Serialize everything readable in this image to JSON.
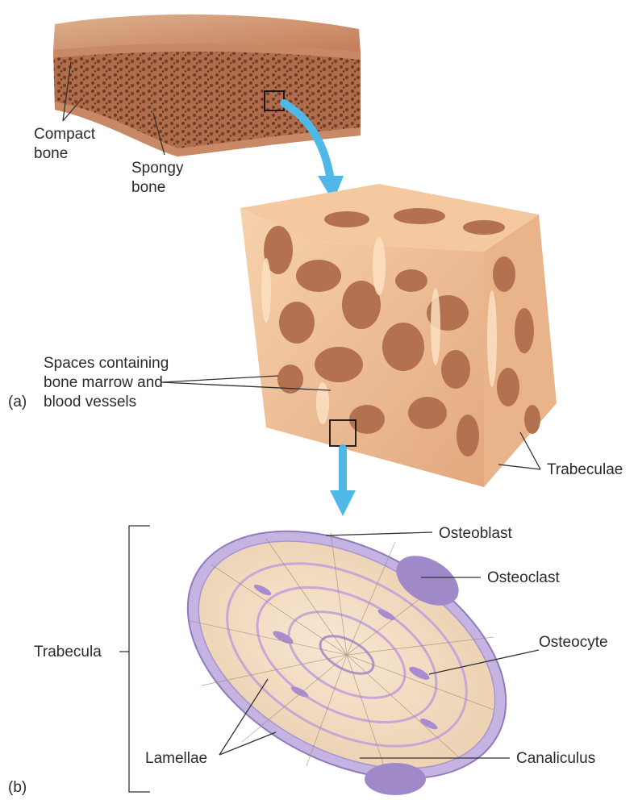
{
  "labels": {
    "compact_bone_line1": "Compact",
    "compact_bone_line2": "bone",
    "spongy_bone_line1": "Spongy",
    "spongy_bone_line2": "bone",
    "spaces_line1": "Spaces containing",
    "spaces_line2": "bone marrow and",
    "spaces_line3": "blood vessels",
    "panel_a": "(a)",
    "trabeculae": "Trabeculae",
    "osteoblast": "Osteoblast",
    "osteoclast": "Osteoclast",
    "osteocyte": "Osteocyte",
    "trabecula": "Trabecula",
    "lamellae": "Lamellae",
    "canaliculus": "Canaliculus",
    "panel_b": "(b)"
  },
  "colors": {
    "bone_top": "#d28f6a",
    "bone_edge": "#b47a58",
    "spongy_fill": "#efc195",
    "spongy_dark": "#c98d66",
    "arrow": "#4fb8e8",
    "lamella": "#f2dcc2",
    "osteoblast_cell": "#b9a6d9",
    "osteoclast_cell": "#9a85c7"
  }
}
